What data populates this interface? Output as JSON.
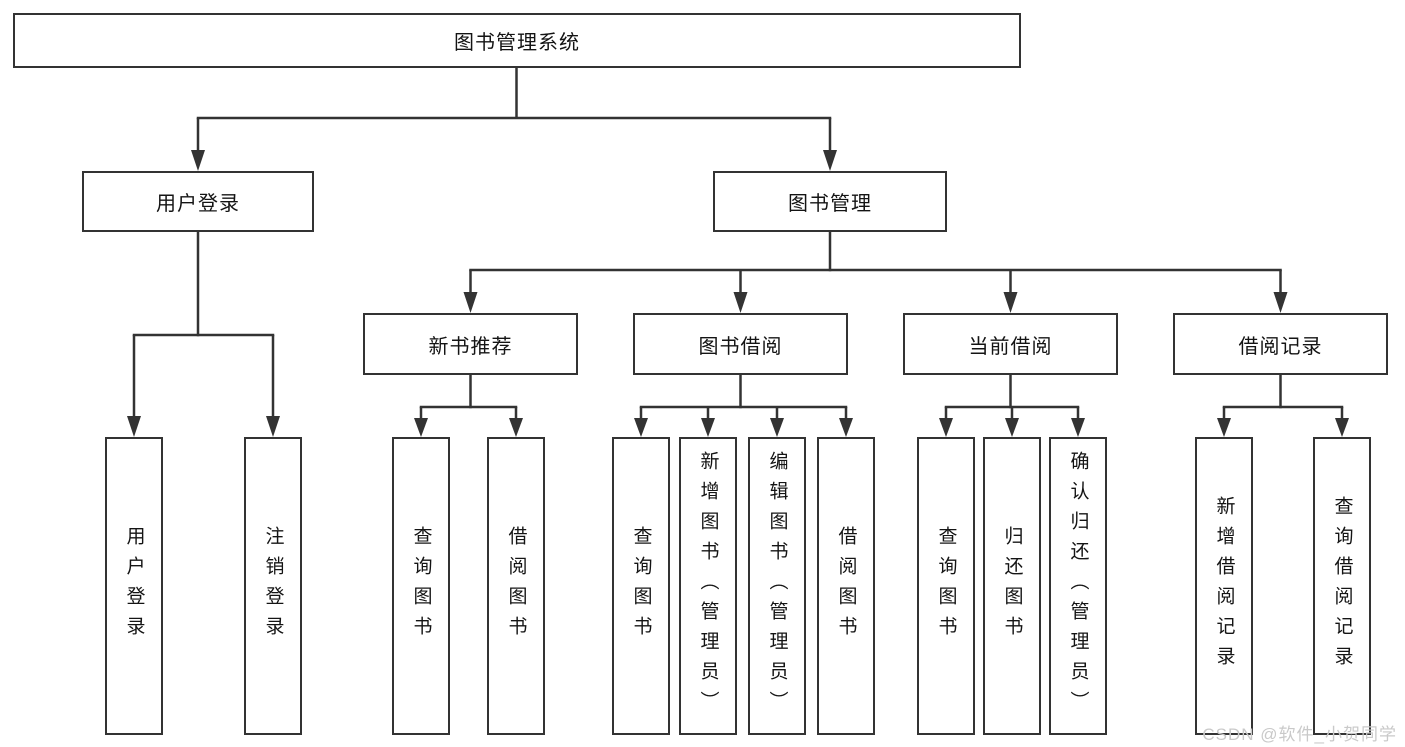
{
  "root": {
    "label": "图书管理系统",
    "children": [
      {
        "label": "用户登录",
        "children": [
          {
            "label": "用户登录"
          },
          {
            "label": "注销登录"
          }
        ]
      },
      {
        "label": "图书管理",
        "children": [
          {
            "label": "新书推荐",
            "children": [
              {
                "label": "查询图书"
              },
              {
                "label": "借阅图书"
              }
            ]
          },
          {
            "label": "图书借阅",
            "children": [
              {
                "label": "查询图书"
              },
              {
                "label": "新增图书（管理员）"
              },
              {
                "label": "编辑图书（管理员）"
              },
              {
                "label": "借阅图书"
              }
            ]
          },
          {
            "label": "当前借阅",
            "children": [
              {
                "label": "查询图书"
              },
              {
                "label": "归还图书"
              },
              {
                "label": "确认归还（管理员）"
              }
            ]
          },
          {
            "label": "借阅记录",
            "children": [
              {
                "label": "新增借阅记录"
              },
              {
                "label": "查询借阅记录"
              }
            ]
          }
        ]
      }
    ]
  },
  "watermark": {
    "text": "CSDN @软件_小贺同学"
  },
  "colors": {
    "line": "#333333",
    "text": "#141414",
    "watermark": "#c9c9c9",
    "box_bg": "#ffffff"
  }
}
